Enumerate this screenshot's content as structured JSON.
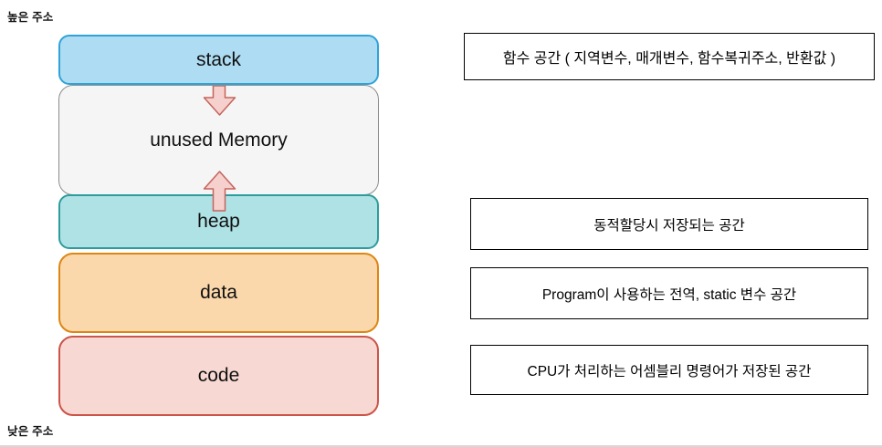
{
  "labels": {
    "high_address": "높은 주소",
    "low_address": "낮은 주소"
  },
  "memory_diagram": {
    "blocks": [
      {
        "name": "stack",
        "label": "stack",
        "fill": "#aedcf2",
        "border": "#2fa3d8"
      },
      {
        "name": "unused",
        "label": "unused Memory",
        "fill": "#f5f5f5",
        "border": "#8c8c8c"
      },
      {
        "name": "heap",
        "label": "heap",
        "fill": "#afe2e4",
        "border": "#2e9c9e"
      },
      {
        "name": "data",
        "label": "data",
        "fill": "#fad8ab",
        "border": "#dd8614"
      },
      {
        "name": "code",
        "label": "code",
        "fill": "#f8d8d3",
        "border": "#cc5449"
      }
    ],
    "arrows": [
      {
        "name": "stack-growth-arrow",
        "direction": "down",
        "fill": "#f6d0cd",
        "stroke": "#c4645c"
      },
      {
        "name": "heap-growth-arrow",
        "direction": "up",
        "fill": "#f6d0cd",
        "stroke": "#c4645c"
      }
    ]
  },
  "annotations": {
    "stack": "함수 공간 ( 지역변수, 매개변수, 함수복귀주소, 반환값 )",
    "heap": "동적할당시 저장되는 공간",
    "data": "Program이 사용하는 전역, static 변수 공간",
    "code": "CPU가 처리하는 어셈블리 명령어가 저장된 공간"
  }
}
